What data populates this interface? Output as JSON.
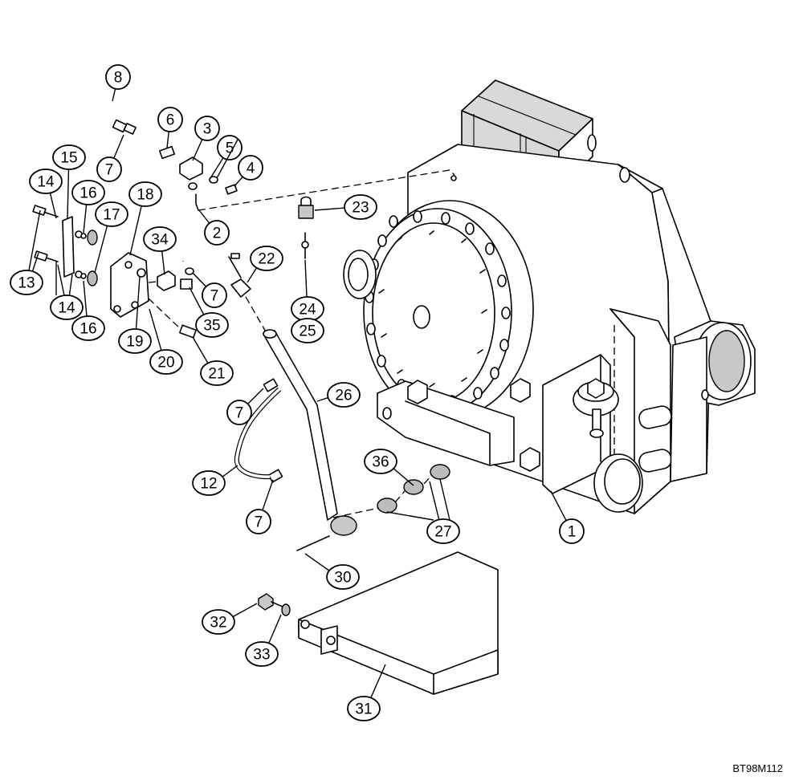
{
  "diagram_code": "BT98M112",
  "callouts": [
    {
      "label": "1"
    },
    {
      "label": "2"
    },
    {
      "label": "3"
    },
    {
      "label": "4"
    },
    {
      "label": "5"
    },
    {
      "label": "6"
    },
    {
      "label": "7"
    },
    {
      "label": "7"
    },
    {
      "label": "7"
    },
    {
      "label": "7"
    },
    {
      "label": "8"
    },
    {
      "label": "12"
    },
    {
      "label": "13"
    },
    {
      "label": "14"
    },
    {
      "label": "14"
    },
    {
      "label": "15"
    },
    {
      "label": "16"
    },
    {
      "label": "16"
    },
    {
      "label": "17"
    },
    {
      "label": "18"
    },
    {
      "label": "19"
    },
    {
      "label": "20"
    },
    {
      "label": "21"
    },
    {
      "label": "22"
    },
    {
      "label": "23"
    },
    {
      "label": "24"
    },
    {
      "label": "25"
    },
    {
      "label": "26"
    },
    {
      "label": "27"
    },
    {
      "label": "30"
    },
    {
      "label": "31"
    },
    {
      "label": "32"
    },
    {
      "label": "33"
    },
    {
      "label": "34"
    },
    {
      "label": "35"
    },
    {
      "label": "36"
    }
  ]
}
